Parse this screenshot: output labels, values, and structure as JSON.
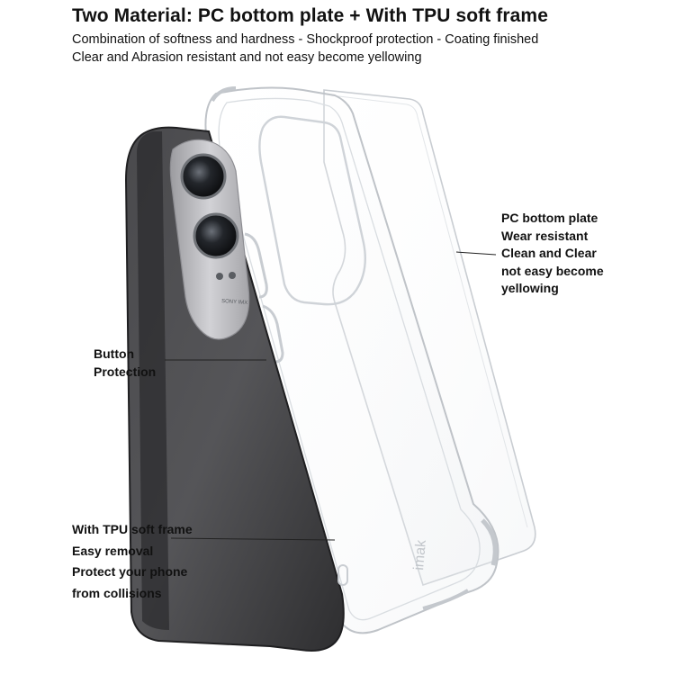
{
  "header": {
    "headline": "Two Material:  PC bottom plate + With TPU soft frame",
    "line1": "Combination of softness and hardness - Shockproof protection - Coating finished",
    "line2": "Clear and Abrasion resistant and not easy become yellowing"
  },
  "callouts": {
    "pc_plate": [
      "PC bottom plate",
      "Wear resistant",
      "Clean and Clear",
      "not easy become",
      "yellowing"
    ],
    "button": [
      "Button",
      "Protection"
    ],
    "tpu_frame": [
      "With TPU soft frame",
      "Easy removal",
      "Protect your phone",
      "from collisions"
    ]
  },
  "product": {
    "brand_mark": "imak",
    "camera_text": "SONY IMX"
  },
  "colors": {
    "phone_body": "#3a3a3c",
    "camera_island": "#b9b9bd",
    "case_edge": "#cfd3d8",
    "text": "#111111"
  }
}
